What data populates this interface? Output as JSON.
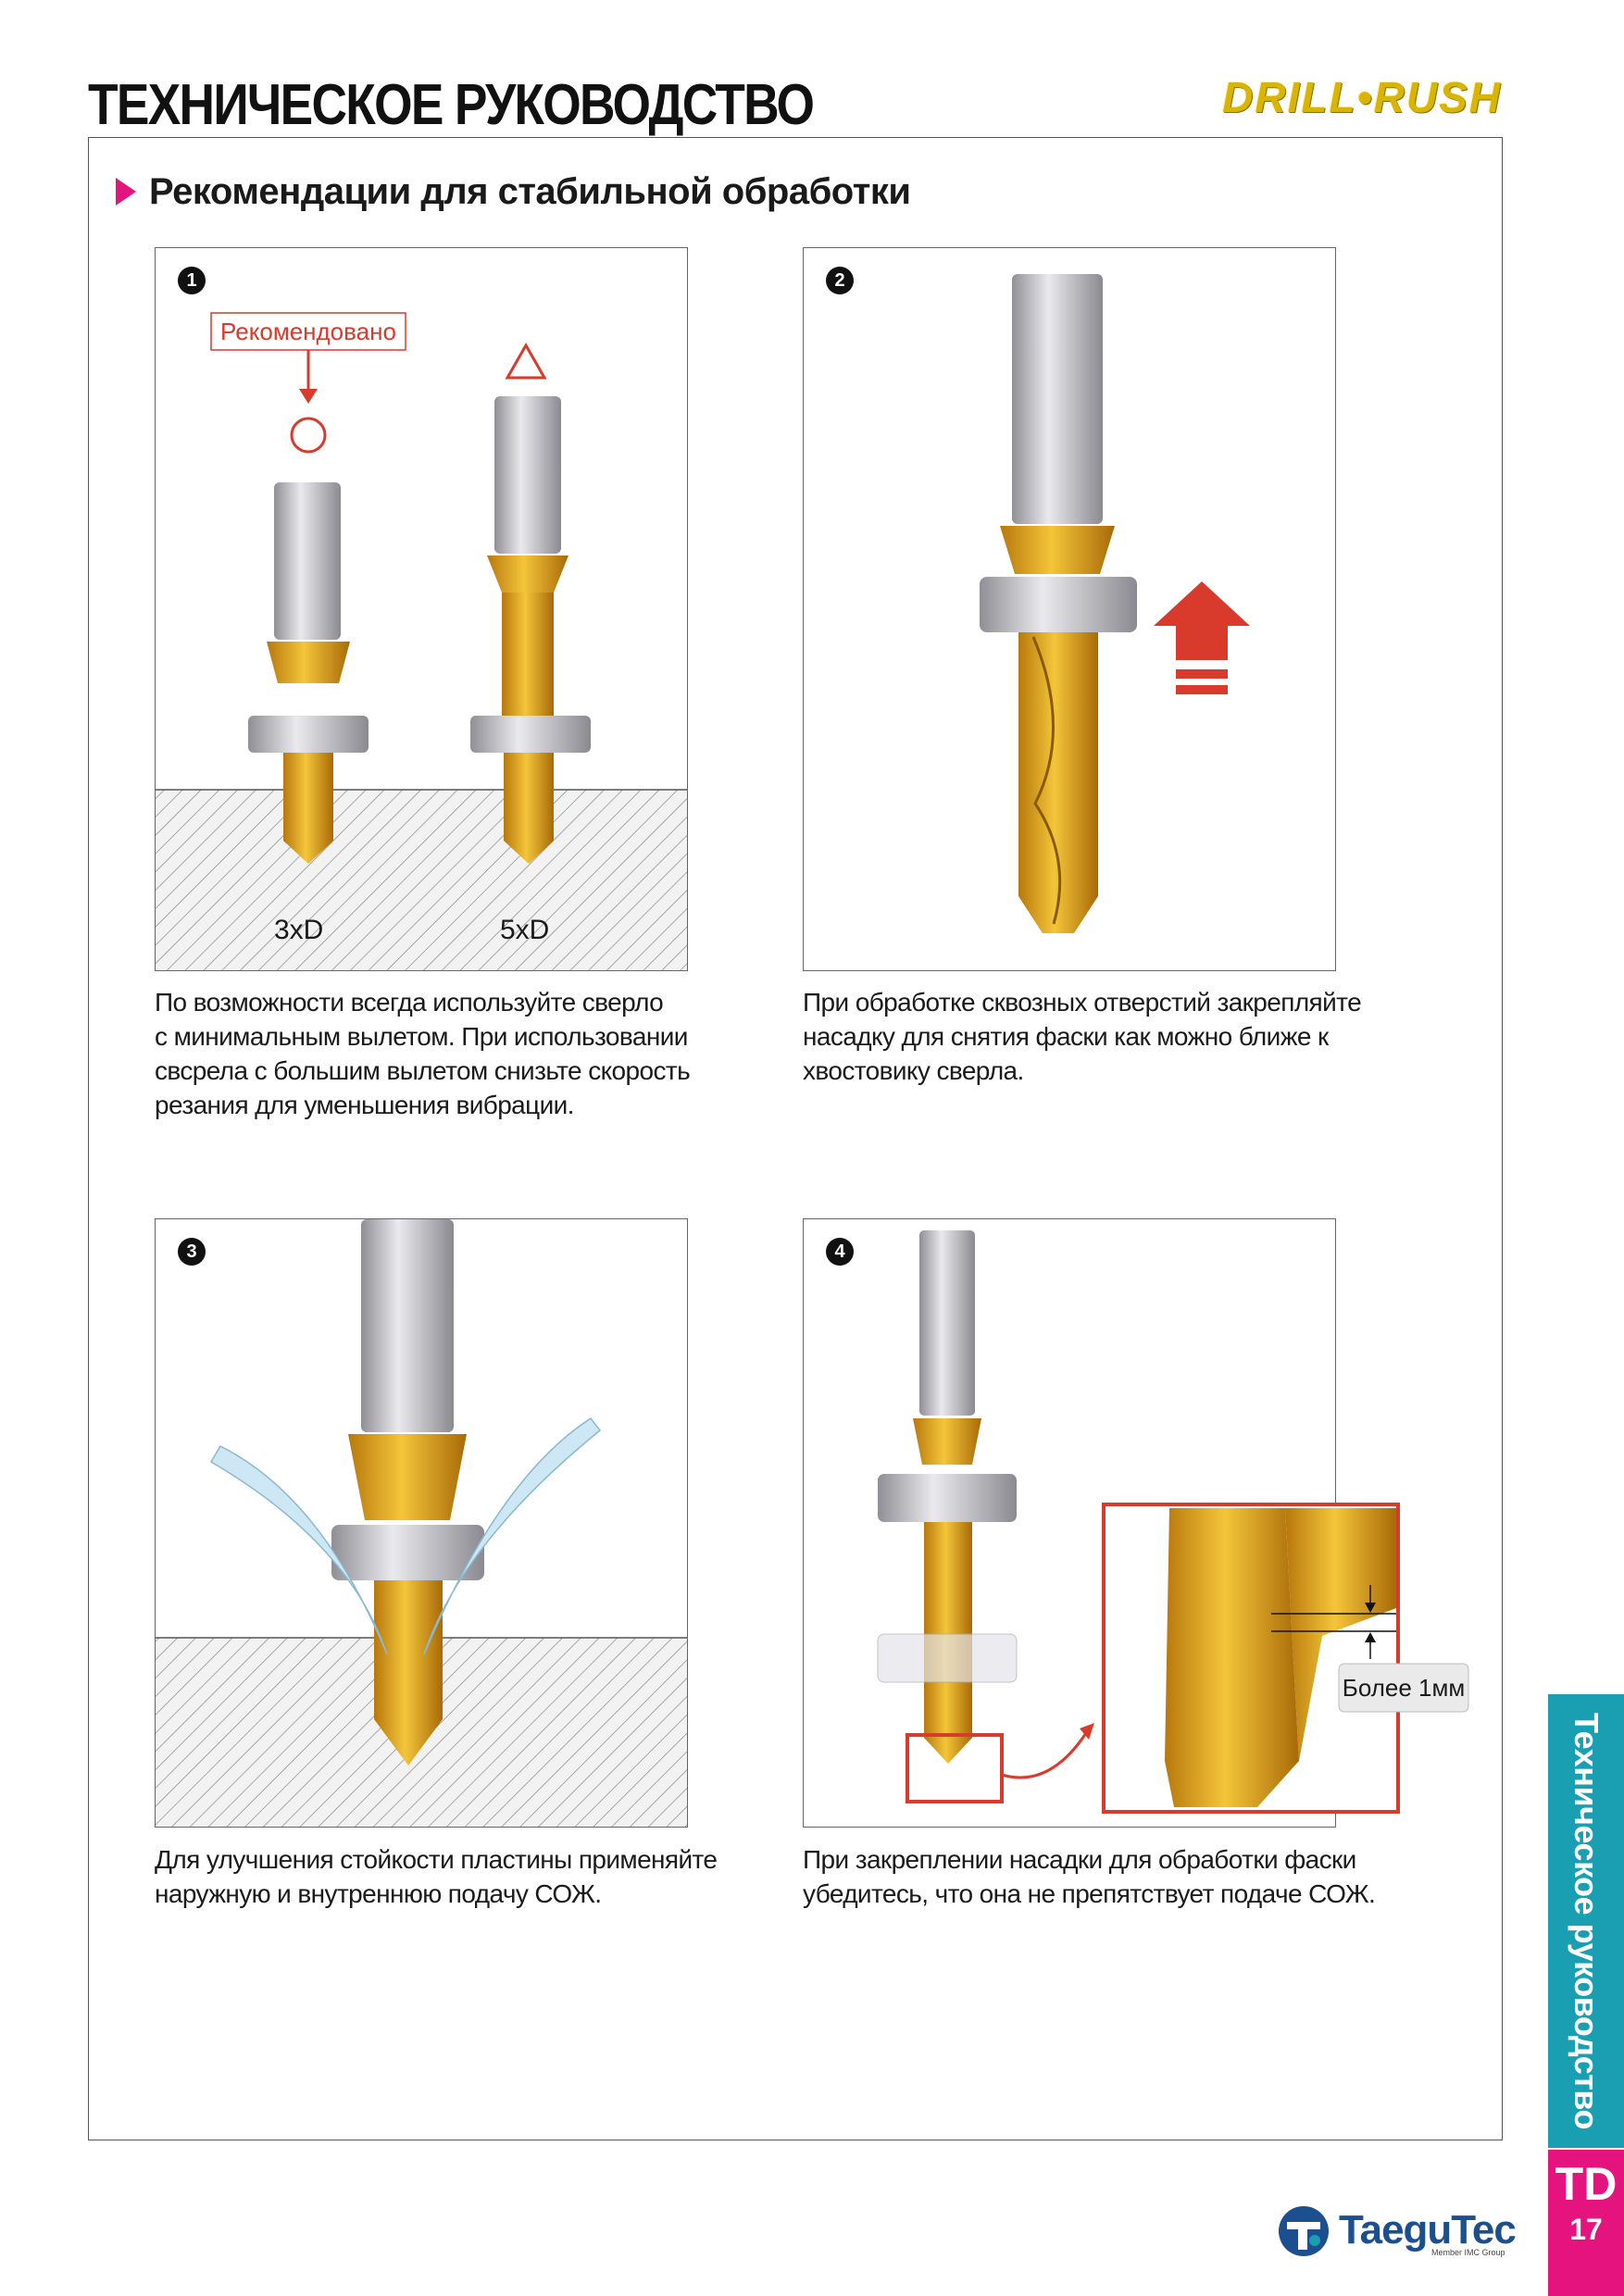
{
  "header": {
    "title": "ТЕХНИЧЕСКОЕ РУКОВОДСТВО",
    "brand": "DRILL•RUSH"
  },
  "section": {
    "heading": "Рекомендации для стабильной обработки"
  },
  "panels": [
    {
      "number": "1",
      "recommended_label": "Рекомендовано",
      "label_3xd": "3xD",
      "label_5xd": "5xD",
      "caption": [
        "По возможности всегда используйте сверло",
        "с минимальным вылетом. При использовании",
        "свсрела с большим вылетом снизьте скорость",
        "резания для уменьшения вибрации."
      ]
    },
    {
      "number": "2",
      "caption": [
        "При обработке сквозных отверстий закрепляйте",
        "насадку для снятия фаски как можно ближе к",
        "хвостовику сверла."
      ]
    },
    {
      "number": "3",
      "caption": [
        "Для улучшения стойкости пластины применяйте",
        "наружную и внутреннюю подачу СОЖ."
      ]
    },
    {
      "number": "4",
      "dimension_label": "Более 1мм",
      "caption": [
        "При закреплении насадки для обработки фаски",
        "убедитесь, что она не препятствует подаче СОЖ."
      ]
    }
  ],
  "side_tab": {
    "text": "Техническое руководство",
    "code": "TD",
    "page": "17"
  },
  "logo": {
    "name": "TaeguTec",
    "tagline": "Member IMC Group"
  },
  "colors": {
    "accent_pink": "#e5137d",
    "teal": "#1a9fb2",
    "gold": "#e0a418",
    "red": "#d83a2c"
  }
}
